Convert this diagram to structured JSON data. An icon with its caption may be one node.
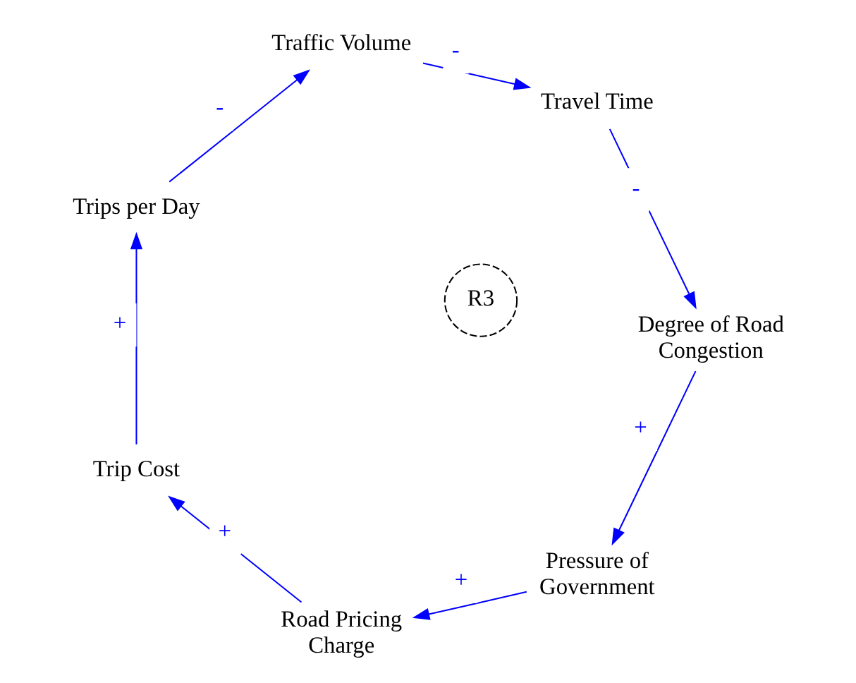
{
  "diagram": {
    "nodes": [
      {
        "text": [
          "Pressure of Government"
        ]
      },
      {
        "text": [
          "Road Pricing Charge"
        ]
      },
      {
        "text": [
          "Trip Cost"
        ]
      },
      {
        "text": [
          "Trips per Day"
        ]
      },
      {
        "text": [
          "Traffic Volume"
        ]
      },
      {
        "text": [
          "Travel Time"
        ]
      },
      {
        "text": [
          "Degree of Road Congestion"
        ]
      }
    ],
    "edges": [
      {
        "from": 0,
        "to": 1,
        "arrow": "to",
        "label": "+"
      },
      {
        "from": 1,
        "to": 2,
        "arrow": "to",
        "label": "+"
      },
      {
        "from": 2,
        "to": 3,
        "arrow": "to",
        "label": "+"
      },
      {
        "from": 3,
        "to": 4,
        "arrow": "to",
        "label": "-"
      },
      {
        "from": 4,
        "to": 5,
        "arrow": "to",
        "label": "-"
      },
      {
        "from": 5,
        "to": 6,
        "arrow": "to",
        "label": "-"
      },
      {
        "from": 6,
        "to": 0,
        "arrow": "to",
        "label": "+"
      }
    ],
    "labels": [
      "R3"
    ]
  }
}
